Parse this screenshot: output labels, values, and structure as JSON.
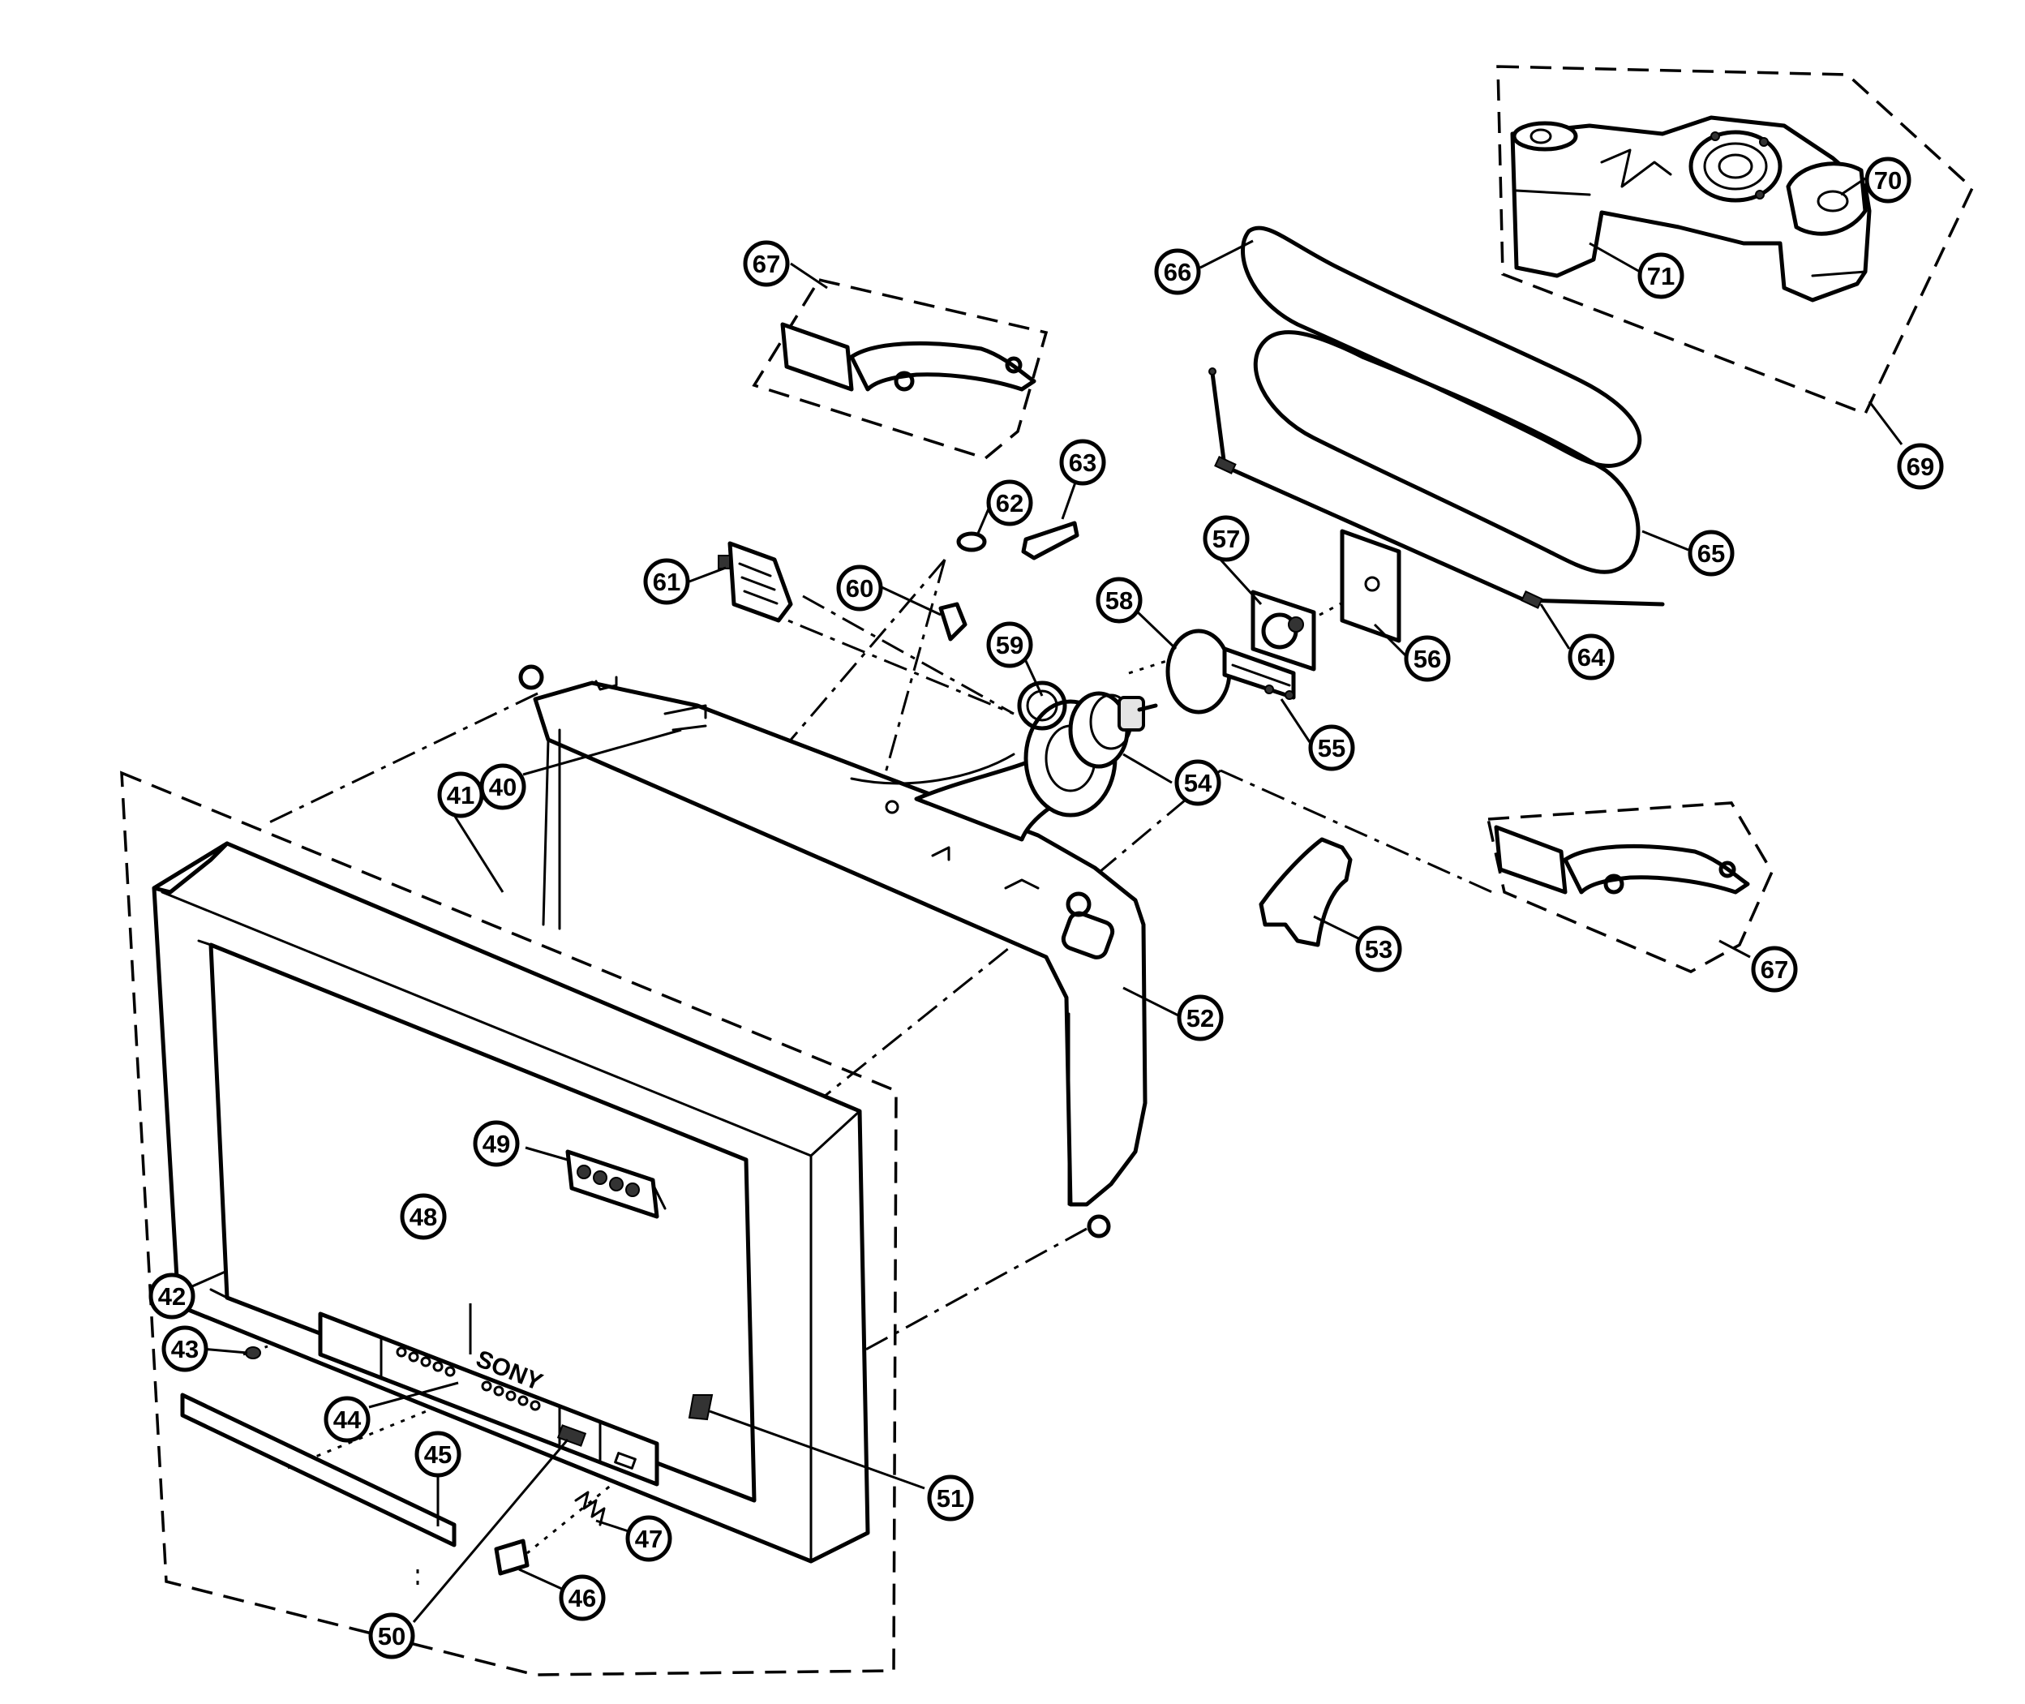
{
  "diagram": {
    "type": "exploded-parts-diagram",
    "callouts": [
      {
        "label": "40",
        "part": "cabinet-tab"
      },
      {
        "label": "41",
        "part": "cabinet-rear-cover"
      },
      {
        "label": "42",
        "part": "front-bezel"
      },
      {
        "label": "43",
        "part": "screw"
      },
      {
        "label": "44",
        "part": "sony-logo-badge"
      },
      {
        "label": "45",
        "part": "lower-trim-panel"
      },
      {
        "label": "46",
        "part": "power-button-knob"
      },
      {
        "label": "47",
        "part": "spring"
      },
      {
        "label": "48",
        "part": "indicator-panel"
      },
      {
        "label": "49",
        "part": "front-av-terminal-board"
      },
      {
        "label": "50",
        "part": "power-switch"
      },
      {
        "label": "51",
        "part": "door-latch"
      },
      {
        "label": "52",
        "part": "picture-tube"
      },
      {
        "label": "53",
        "part": "tube-bracket"
      },
      {
        "label": "54",
        "part": "deflection-yoke"
      },
      {
        "label": "55",
        "part": "neck-assembly-bracket"
      },
      {
        "label": "56",
        "part": "crt-socket-board"
      },
      {
        "label": "57",
        "part": "crt-socket"
      },
      {
        "label": "58",
        "part": "neck-ring"
      },
      {
        "label": "59",
        "part": "yoke-retainer-ring"
      },
      {
        "label": "60",
        "part": "clip"
      },
      {
        "label": "61",
        "part": "shield-plate"
      },
      {
        "label": "62",
        "part": "magnet-cap"
      },
      {
        "label": "63",
        "part": "wire-clamp"
      },
      {
        "label": "64",
        "part": "ground-wire"
      },
      {
        "label": "65",
        "part": "degaussing-coil-lower"
      },
      {
        "label": "66",
        "part": "degaussing-coil-upper"
      },
      {
        "label": "67",
        "part": "speaker-bracket-assy"
      },
      {
        "label": "69",
        "part": "speaker-box-assy"
      },
      {
        "label": "70",
        "part": "speaker-unit"
      },
      {
        "label": "71",
        "part": "speaker-box"
      }
    ],
    "front_badge": "SONY"
  }
}
